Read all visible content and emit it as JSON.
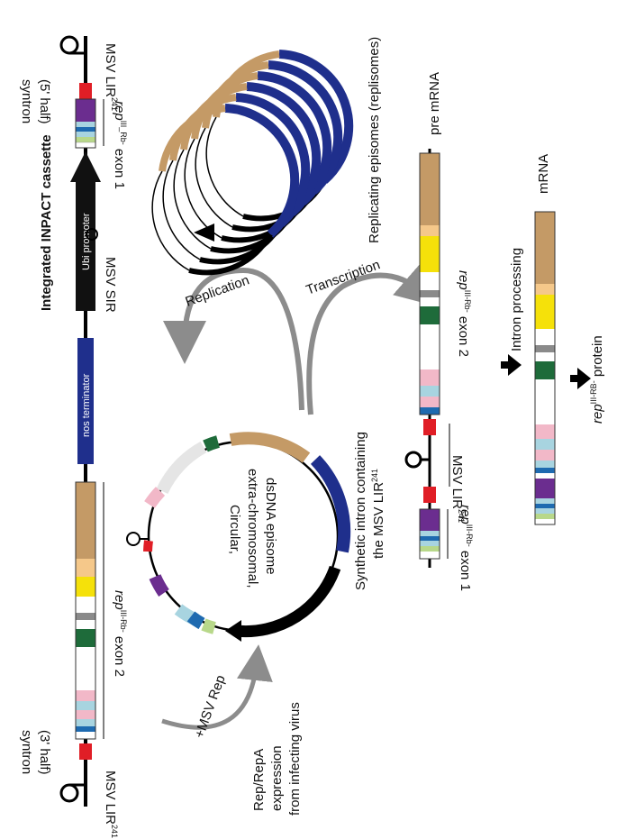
{
  "title": "Integrated INPACT cassette",
  "cassette": {
    "lir_left": "MSV LIR",
    "lir_right": "MSV LIR",
    "lir_sup": "241",
    "syntron_3": "syntron",
    "syntron_3_half": "(3' half)",
    "syntron_5": "syntron",
    "syntron_5_half": "(5' half)",
    "exon2_gene": "rep",
    "exon2_sup": "III-Rb-",
    "exon2_label": "exon 2",
    "exon1_gene": "rep",
    "exon1_sup": "III_Rb-",
    "exon1_label": "exon 1",
    "nos_terminator": "nos terminator",
    "sir": "MSV SIR",
    "ubi_promoter": "Ubi promoter"
  },
  "episome": {
    "line1": "Circular,",
    "line2": "extra-chromosomal,",
    "line3": "dsDNA episome"
  },
  "rep_expression": {
    "line1": "Rep/RepA",
    "line2": "expression",
    "line3": "from infecting virus",
    "arrow_label": "+MSV Rep"
  },
  "replication": "Replication",
  "transcription": "Transcription",
  "replisomes": "Replicating episomes (replisomes)",
  "pre_mrna": {
    "title": "pre mRNA",
    "exon2_gene": "rep",
    "exon2_sup": "III-Rb-",
    "exon2_label": "exon 2",
    "lir": "MSV LIR",
    "lir_sup": "241",
    "exon1_gene": "rep",
    "exon1_sup": "III-Rb-",
    "exon1_label": "exon 1",
    "intron_line1": "Synthetic intron containing",
    "intron_line2": "the MSV LIR",
    "intron_sup": "241"
  },
  "mrna": {
    "title": "mRNA",
    "processing": "Intron processing",
    "protein_gene": "rep",
    "protein_sup": "III-RB-",
    "protein_label": "protein"
  },
  "colors": {
    "tan": "#c49a66",
    "yellow": "#f5e10a",
    "green": "#1e6b3a",
    "purple": "#6b2d8f",
    "blue": "#1e6ab0",
    "navy": "#1f2f8c",
    "red": "#e01e26",
    "pink": "#f2b8c8",
    "lightblue": "#a8d4e0",
    "lightgreen": "#b8d88a",
    "grey": "#8a8a8a",
    "arrow_grey": "#8c8c8c"
  }
}
